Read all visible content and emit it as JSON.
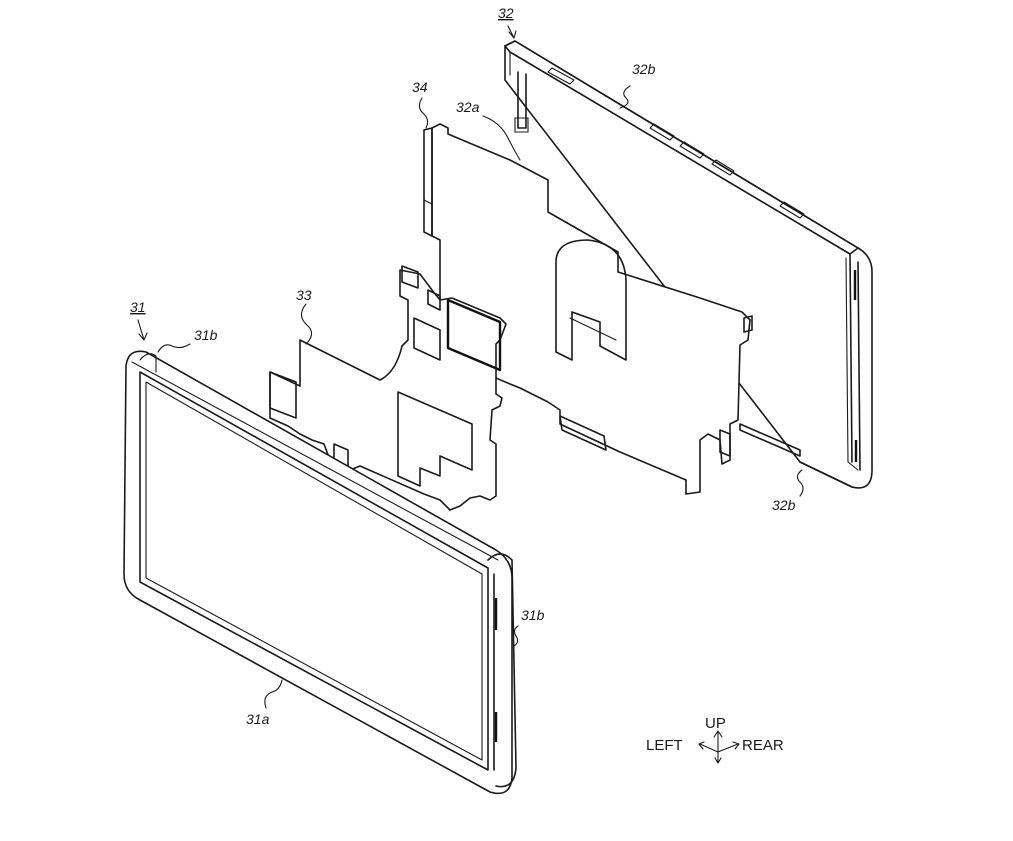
{
  "labels": {
    "ref_31": "31",
    "ref_32": "32",
    "ref_33": "33",
    "ref_34": "34",
    "lbl_31a": "31a",
    "lbl_31b_top": "31b",
    "lbl_31b_side": "31b",
    "lbl_32a": "32a",
    "lbl_32b_top": "32b",
    "lbl_32b_bottom": "32b"
  },
  "orientation": {
    "up": "UP",
    "left": "LEFT",
    "rear": "REAR"
  }
}
